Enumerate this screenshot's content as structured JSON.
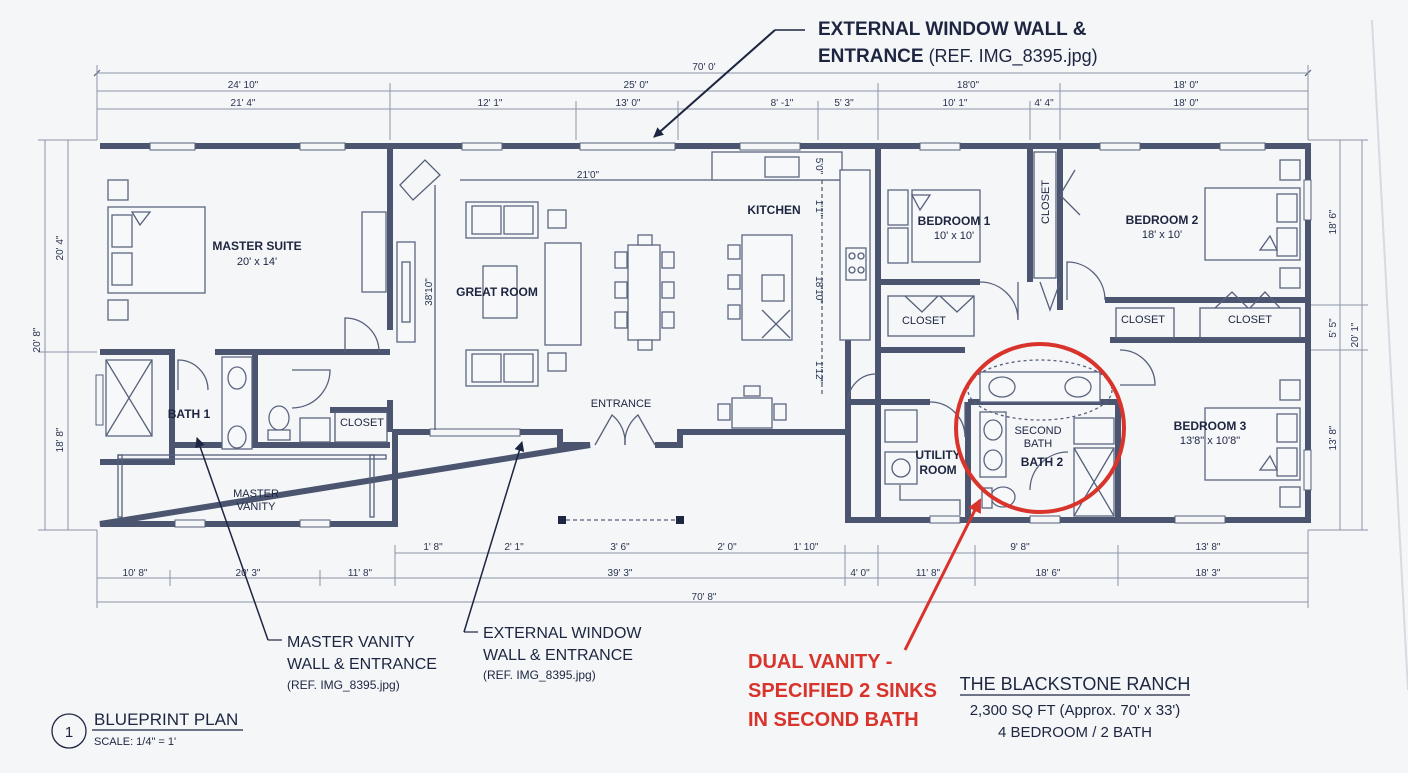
{
  "plan": {
    "rooms": {
      "master_suite": {
        "name": "MASTER SUITE",
        "size": "20' x 14'"
      },
      "great_room": {
        "name": "GREAT ROOM",
        "dim": "38'10\""
      },
      "kitchen": {
        "name": "KITCHEN"
      },
      "bedroom1": {
        "name": "BEDROOM 1",
        "size": "10' x 10'"
      },
      "bedroom2": {
        "name": "BEDROOM 2",
        "size": "18' x 10'"
      },
      "bedroom3": {
        "name": "BEDROOM 3",
        "size": "13'8\" x 10'8\""
      },
      "bath1": {
        "name": "BATH 1"
      },
      "master_vanity": {
        "line1": "MASTER",
        "line2": "VANITY"
      },
      "utility": {
        "line1": "UTILITY",
        "line2": "ROOM"
      },
      "second_bath": {
        "line1": "SECOND",
        "line2": "BATH",
        "line3": "BATH 2"
      },
      "entrance": "ENTRANCE",
      "closet": "CLOSET"
    },
    "dims_top": {
      "d70": "70' 0'",
      "d24_10": "24' 10\"",
      "d25_0": "25' 0\"",
      "d18_0a": "18'0\"",
      "d18_0b": "18' 0\"",
      "d21_4": "21' 4\"",
      "d12_1": "12' 1\"",
      "d13_0": "13' 0\"",
      "d8_1": "8' -1\"",
      "d5_3": "5' 3\"",
      "d10_1": "10' 1\"",
      "d4_4": "4' 4\"",
      "d18_0c": "18' 0\""
    },
    "dims_inside": {
      "d21_0": "21'0\"",
      "d1_1": "1'1\"",
      "d18_10": "18'10\"",
      "d1_12": "1'12\"",
      "d5_0": "5'0\""
    },
    "dims_left": {
      "d20_4": "20' 4\"",
      "d20_8": "20' 8\"",
      "d18_8": "18' 8\""
    },
    "dims_right": {
      "d18_6": "18' 6\"",
      "d5_5": "5' 5\"",
      "d20_1": "20' 1\"",
      "d13_8": "13' 8\""
    },
    "dims_bottom": {
      "d1_8": "1' 8\"",
      "d2_1": "2' 1\"",
      "d3_6": "3' 6\"",
      "d2_0": "2' 0\"",
      "d1_10": "1' 10\"",
      "d9_8": "9' 8\"",
      "d13_8": "13' 8\"",
      "d10_8": "10' 8\"",
      "d20_3": "20' 3\"",
      "d11_8a": "11' 8\"",
      "d39_3": "39' 3\"",
      "d4_0": "4' 0\"",
      "d11_8b": "11' 8\"",
      "d18_6": "18' 6\"",
      "d18_3": "18' 3\"",
      "d70_8": "70' 8\""
    }
  },
  "callouts": {
    "top": {
      "line1": "EXTERNAL WINDOW WALL &",
      "line2a": "ENTRANCE",
      "line2b": " (REF. IMG_8395.jpg)"
    },
    "master_vanity": {
      "line1": "MASTER VANITY",
      "line2": "WALL & ENTRANCE",
      "line3": "(REF. IMG_8395.jpg)"
    },
    "external": {
      "line1": "EXTERNAL WINDOW",
      "line2": "WALL & ENTRANCE",
      "line3": "(REF. IMG_8395.jpg)"
    },
    "dual_vanity": {
      "line1": "DUAL VANITY -",
      "line2": "SPECIFIED 2 SINKS",
      "line3": "IN SECOND BATH"
    }
  },
  "title_block": {
    "number": "1",
    "plan_title": "BLUEPRINT PLAN",
    "scale": "SCALE: 1/4\" = 1'",
    "name": "THE BLACKSTONE RANCH",
    "area": "2,300 SQ FT (Approx. 70' x 33')",
    "beds": "4 BEDROOM / 2 BATH"
  },
  "colors": {
    "wall": "#4b5570",
    "ink": "#1d2540",
    "accent_red": "#d8342c",
    "paper": "#f4f6f8"
  }
}
